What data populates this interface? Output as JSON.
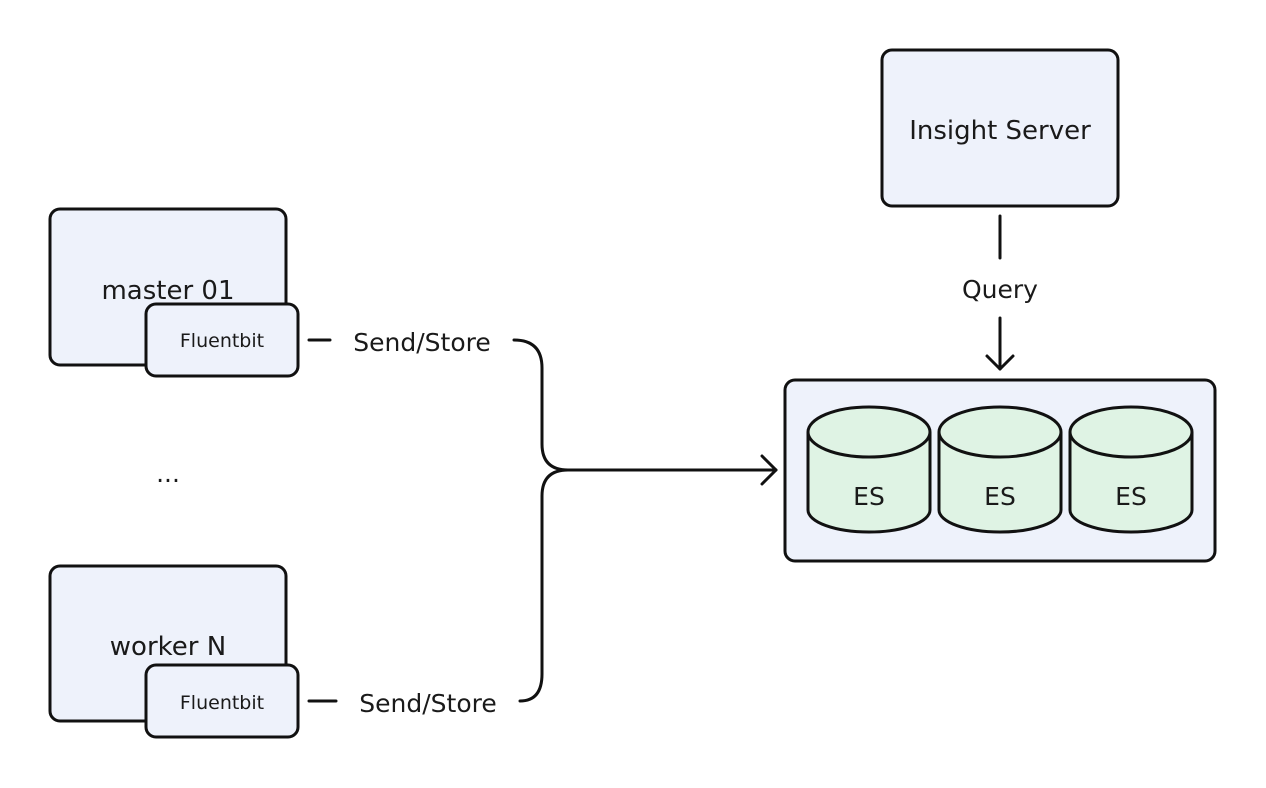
{
  "nodes": {
    "master": {
      "label": "master 01",
      "agent": "Fluentbit"
    },
    "ellipsis": "...",
    "worker": {
      "label": "worker N",
      "agent": "Fluentbit"
    },
    "insight_server": {
      "label": "Insight Server"
    },
    "es_cluster": {
      "nodes": [
        "ES",
        "ES",
        "ES"
      ]
    }
  },
  "edges": {
    "master_to_es": "Send/Store",
    "worker_to_es": "Send/Store",
    "server_to_es": "Query"
  },
  "colors": {
    "node_fill": "#eef2fb",
    "es_fill": "#dff3e4",
    "stroke": "#111111"
  }
}
